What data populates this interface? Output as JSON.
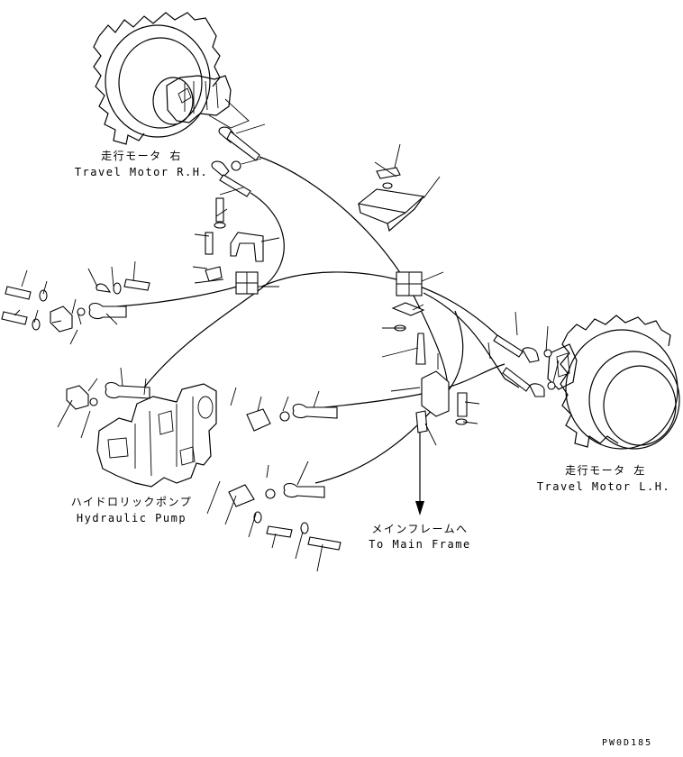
{
  "labels": {
    "travel_motor_rh_jp": "走行モータ 右",
    "travel_motor_rh_en": "Travel Motor R.H.",
    "travel_motor_lh_jp": "走行モータ 左",
    "travel_motor_lh_en": "Travel Motor L.H.",
    "hydraulic_pump_jp": "ハイドロリックポンプ",
    "hydraulic_pump_en": "Hydraulic Pump",
    "main_frame_jp": "メインフレームへ",
    "main_frame_en": "To Main Frame",
    "drawing_code": "PW0D185"
  }
}
